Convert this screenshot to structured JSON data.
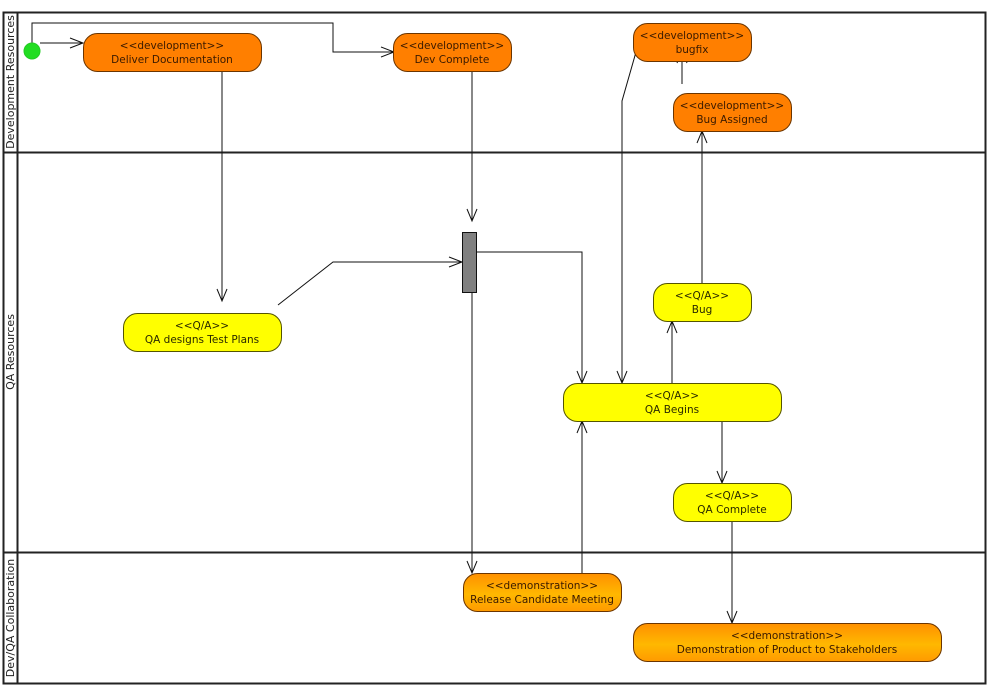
{
  "diagram": {
    "type": "UML activity diagram with swimlanes",
    "lanes": [
      {
        "id": "dev",
        "label": "Development Resources"
      },
      {
        "id": "qa",
        "label": "QA Resources"
      },
      {
        "id": "collab",
        "label": "Dev/QA Collaboration"
      }
    ],
    "colors": {
      "development_fill": "#ff7f00",
      "development_stroke": "#7a3d00",
      "qa_fill": "#ffff00",
      "qa_stroke": "#6b6b00",
      "demonstration_fill_top": "#ff9a00",
      "demonstration_fill_bottom": "#ffc400",
      "start_node": "#22dd22",
      "fork_bar": "#808080"
    },
    "nodes": [
      {
        "id": "deliver_doc",
        "stereotype": "<<development>>",
        "label": "Deliver Documentation",
        "lane": "dev"
      },
      {
        "id": "dev_complete",
        "stereotype": "<<development>>",
        "label": "Dev Complete",
        "lane": "dev"
      },
      {
        "id": "bugfix",
        "stereotype": "<<development>>",
        "label": "bugfix",
        "lane": "dev"
      },
      {
        "id": "bug_assigned",
        "stereotype": "<<development>>",
        "label": "Bug Assigned",
        "lane": "dev"
      },
      {
        "id": "qa_test_plans",
        "stereotype": "<<Q/A>>",
        "label": "QA designs Test Plans",
        "lane": "qa"
      },
      {
        "id": "bug",
        "stereotype": "<<Q/A>>",
        "label": "Bug",
        "lane": "qa"
      },
      {
        "id": "qa_begins",
        "stereotype": "<<Q/A>>",
        "label": "QA Begins",
        "lane": "qa"
      },
      {
        "id": "qa_complete",
        "stereotype": "<<Q/A>>",
        "label": "QA Complete",
        "lane": "qa"
      },
      {
        "id": "rc_meeting",
        "stereotype": "<<demonstration>>",
        "label": "Release Candidate Meeting",
        "lane": "collab"
      },
      {
        "id": "demo",
        "stereotype": "<<demonstration>>",
        "label": "Demonstration of Product to Stakeholders",
        "lane": "collab"
      }
    ],
    "edges": [
      {
        "from": "start",
        "to": "deliver_doc"
      },
      {
        "from": "start",
        "to": "dev_complete"
      },
      {
        "from": "deliver_doc",
        "to": "qa_test_plans"
      },
      {
        "from": "dev_complete",
        "to": "fork"
      },
      {
        "from": "qa_test_plans",
        "to": "fork"
      },
      {
        "from": "fork",
        "to": "qa_begins"
      },
      {
        "from": "fork",
        "to": "rc_meeting"
      },
      {
        "from": "rc_meeting",
        "to": "qa_begins"
      },
      {
        "from": "bugfix",
        "to": "qa_begins"
      },
      {
        "from": "qa_begins",
        "to": "bug"
      },
      {
        "from": "bug",
        "to": "bug_assigned"
      },
      {
        "from": "bug_assigned",
        "to": "bugfix"
      },
      {
        "from": "qa_begins",
        "to": "qa_complete"
      },
      {
        "from": "qa_complete",
        "to": "demo"
      }
    ]
  }
}
